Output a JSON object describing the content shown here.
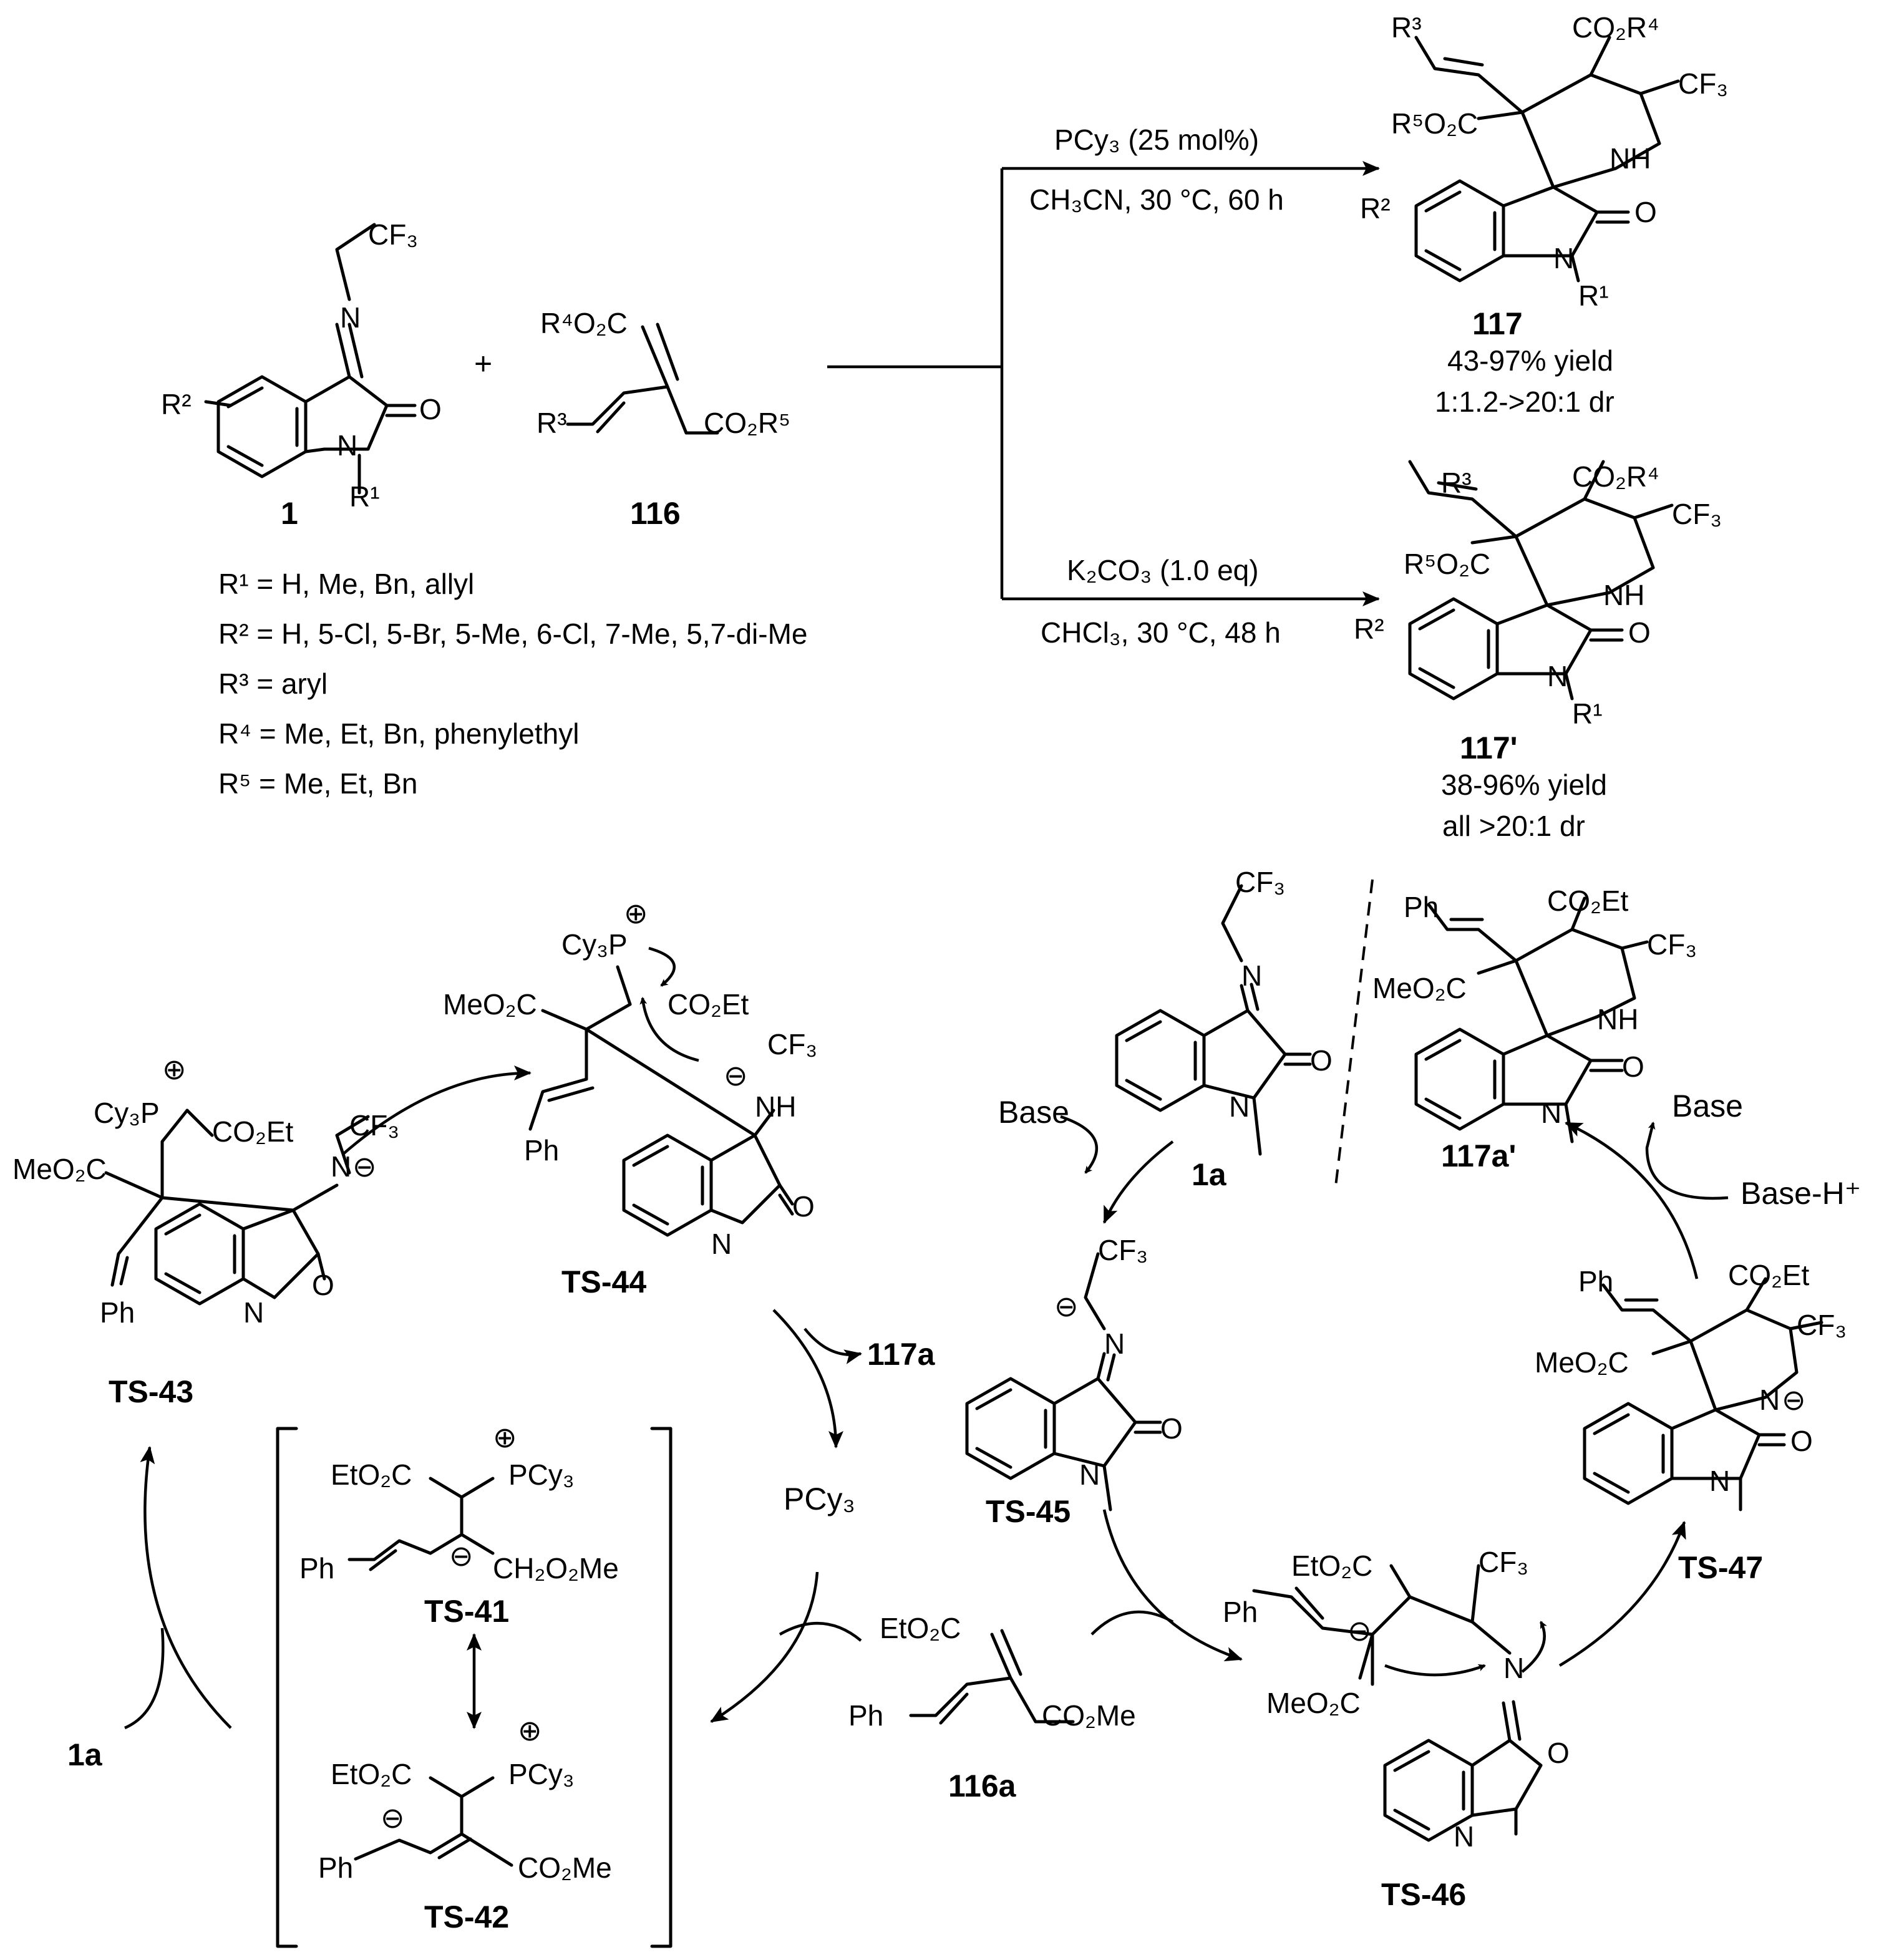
{
  "reaction": {
    "upper_conditions": {
      "line1": "PCy₃ (25 mol%)",
      "line2": "CH₃CN, 30 °C, 60 h"
    },
    "lower_conditions": {
      "line1": "K₂CO₃ (1.0 eq)",
      "line2": "CHCl₃, 30 °C, 48 h"
    },
    "plus": "+"
  },
  "compounds": {
    "c1": {
      "id": "1"
    },
    "c116": {
      "id": "116"
    },
    "c117": {
      "id": "117",
      "yield": "43-97% yield",
      "dr": "1:1.2->20:1 dr"
    },
    "c117p": {
      "id": "117'",
      "yield": "38-96% yield",
      "dr": "all >20:1 dr"
    }
  },
  "substituents": [
    "R¹ = H, Me, Bn, allyl",
    "R² = H, 5-Cl, 5-Br, 5-Me, 6-Cl, 7-Me, 5,7-di-Me",
    "R³ = aryl",
    "R⁴ = Me, Et, Bn, phenylethyl",
    "R⁵ = Me, Et, Bn"
  ],
  "labels": {
    "cf3": "CF₃",
    "n": "N",
    "o": "O",
    "nh": "NH",
    "r1": "R¹",
    "r2": "R²",
    "r3": "R³",
    "co2r4": "CO₂R⁴",
    "r5o2c": "R⁵O₂C",
    "r4o2c": "R⁴O₂C",
    "co2r5": "CO₂R⁵",
    "co2et": "CO₂Et",
    "co2me": "CO₂Me",
    "meo2c": "MeO₂C",
    "eto2c": "EtO₂C",
    "ph": "Ph",
    "pcy3": "PCy₃",
    "cy3p": "Cy₃P",
    "ch2o2me": "CH₂O₂Me",
    "plus_sym": "⊕",
    "minus_sym": "⊖"
  },
  "mechanism": {
    "ts41": "TS-41",
    "ts42": "TS-42",
    "ts43": "TS-43",
    "ts44": "TS-44",
    "ts45": "TS-45",
    "ts46": "TS-46",
    "ts47": "TS-47",
    "c1a": "1a",
    "c116a": "116a",
    "c117a": "117a",
    "c117ap": "117a'",
    "base": "Base",
    "base_h": "Base-H⁺"
  }
}
